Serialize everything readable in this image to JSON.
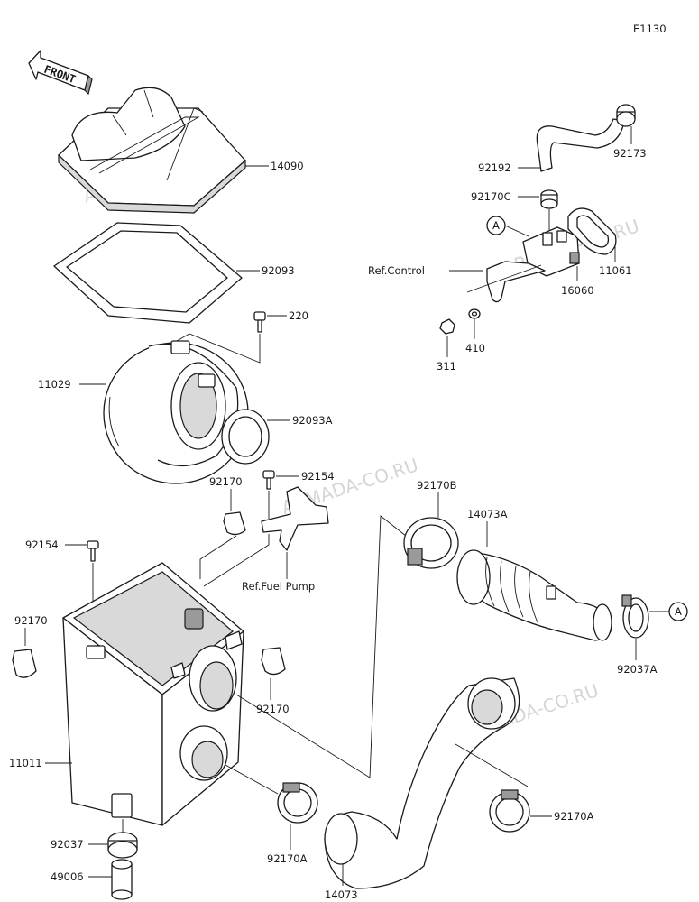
{
  "diagram_code": "E1130",
  "front_label": "FRONT",
  "callout_letter": "A",
  "watermark": "ARMADA-CO.RU",
  "parts": {
    "p14090": "14090",
    "p92093": "92093",
    "p220": "220",
    "p11029": "11029",
    "p92093A": "92093A",
    "p92170_bracket": "92170",
    "p92154_top": "92154",
    "ref_fuel_pump": "Ref.Fuel Pump",
    "p92154_left": "92154",
    "p92170_left": "92170",
    "p92170_mid": "92170",
    "p11011": "11011",
    "p92037": "92037",
    "p49006": "49006",
    "p92170A_bottom": "92170A",
    "p14073": "14073",
    "p92170A_right": "92170A",
    "p92170B": "92170B",
    "p14073A": "14073A",
    "p92037A": "92037A",
    "p92192": "92192",
    "p92173": "92173",
    "p92170C": "92170C",
    "p11061": "11061",
    "ref_control": "Ref.Control",
    "p16060": "16060",
    "p410": "410",
    "p311": "311"
  }
}
